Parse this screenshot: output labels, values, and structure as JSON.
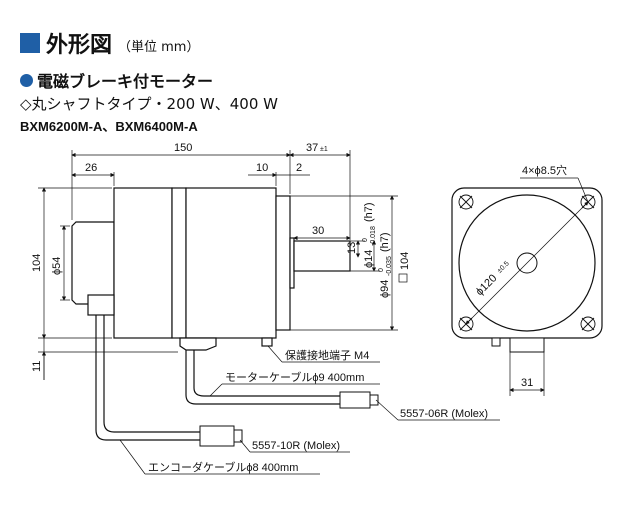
{
  "header": {
    "title": "外形図",
    "unit": "（単位 mm）",
    "subtitle": "電磁ブレーキ付モーター",
    "type_line": "◇丸シャフトタイプ・200 W、400 W",
    "models": "BXM6200M-A、BXM6400M-A"
  },
  "dims": {
    "d150": "150",
    "d26": "26",
    "d10": "10",
    "d2": "2",
    "d37": "37",
    "d37_tol": "±1",
    "d30": "30",
    "d13": "13",
    "d14": "ϕ14",
    "d14_tol_top": "0",
    "d14_tol_bot": "-0.018",
    "d14_fit": "(h7)",
    "d94": "ϕ94",
    "d94_tol_top": "0",
    "d94_tol_bot": "-0.035",
    "d94_fit": "(h7)",
    "d104_sq": "104",
    "d104": "104",
    "d54": "ϕ54",
    "d11": "11",
    "holes": "4×ϕ8.5穴",
    "pcd": "ϕ120",
    "pcd_tol": "±0.5",
    "d31": "31"
  },
  "labels": {
    "ground": "保護接地端子 M4",
    "motor_cable": "モーターケーブルϕ9  400mm",
    "connector_motor": "5557-06R (Molex)",
    "connector_encoder": "5557-10R (Molex)",
    "encoder_cable": "エンコーダケーブルϕ8  400mm"
  }
}
